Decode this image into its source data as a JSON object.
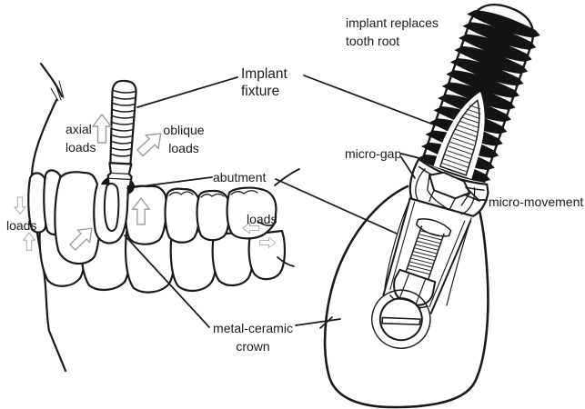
{
  "figure": {
    "kind": "dental-implant-anatomy-diagram",
    "colors": {
      "background": "#ffffff",
      "ink": "#1a1a1a",
      "arrow_outline": "#9b9b9b"
    },
    "labels": {
      "implant_replaces": {
        "line1": "implant replaces",
        "line2": "tooth root"
      },
      "implant_fixture": {
        "line1": "Implant",
        "line2": "fixture"
      },
      "axial_loads": {
        "line1": "axial",
        "line2": "loads"
      },
      "oblique_loads": {
        "line1": "oblique",
        "line2": "loads"
      },
      "abutment": "abutment",
      "micro_gap": "micro-gap",
      "micro_movement": "micro-movement",
      "loads_left": "loads",
      "loads_right": "loads",
      "metal_ceramic_crown": {
        "line1": "metal-ceramic",
        "line2": "crown"
      }
    },
    "arrows": [
      {
        "name": "axial-load-up-arrow",
        "direction": "up"
      },
      {
        "name": "oblique-load-arrow",
        "direction": "up-right"
      },
      {
        "name": "tooth-occlusal-up-arrow",
        "direction": "up"
      },
      {
        "name": "left-loads-down-arrow",
        "direction": "down"
      },
      {
        "name": "left-loads-up-arrow",
        "direction": "up"
      },
      {
        "name": "lateral-load-arrow",
        "direction": "up-right"
      },
      {
        "name": "right-loads-left-arrow",
        "direction": "left"
      },
      {
        "name": "right-loads-right-arrow",
        "direction": "right"
      }
    ]
  }
}
